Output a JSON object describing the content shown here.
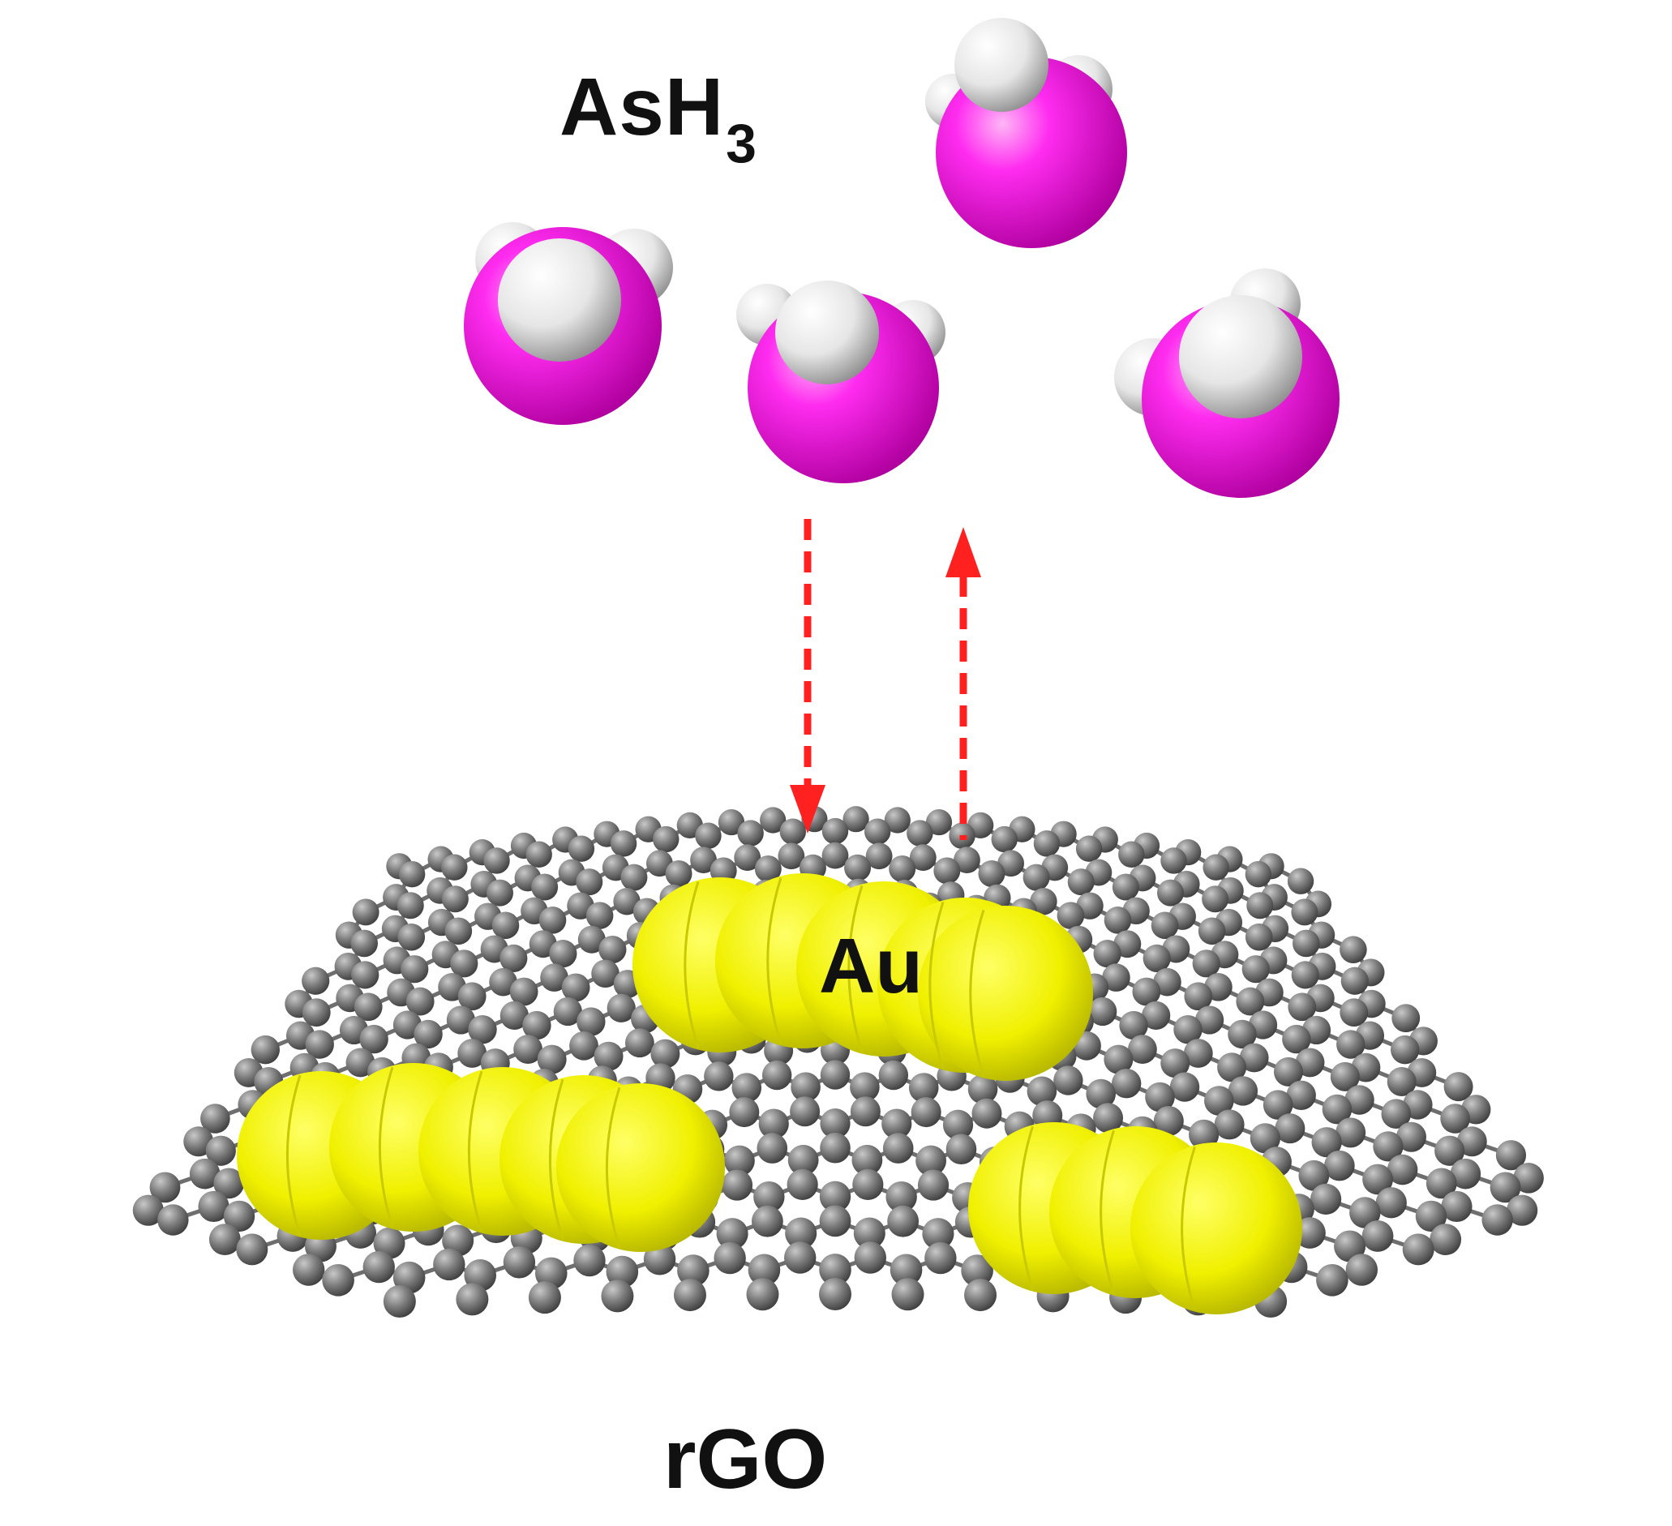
{
  "labels": {
    "gas_formula_main": "AsH",
    "gas_formula_subscript": "3",
    "nanoparticle": "Au",
    "support": "rGO"
  },
  "colors": {
    "arsenic": "#ff14f0",
    "hydrogen": "#f2f2f2",
    "gold": "#f2f20a",
    "carbon": "#7a7a7a",
    "arrow": "#ff2020"
  },
  "icons": {
    "arrow_down": "arrow-down-icon",
    "arrow_up": "arrow-up-icon"
  }
}
